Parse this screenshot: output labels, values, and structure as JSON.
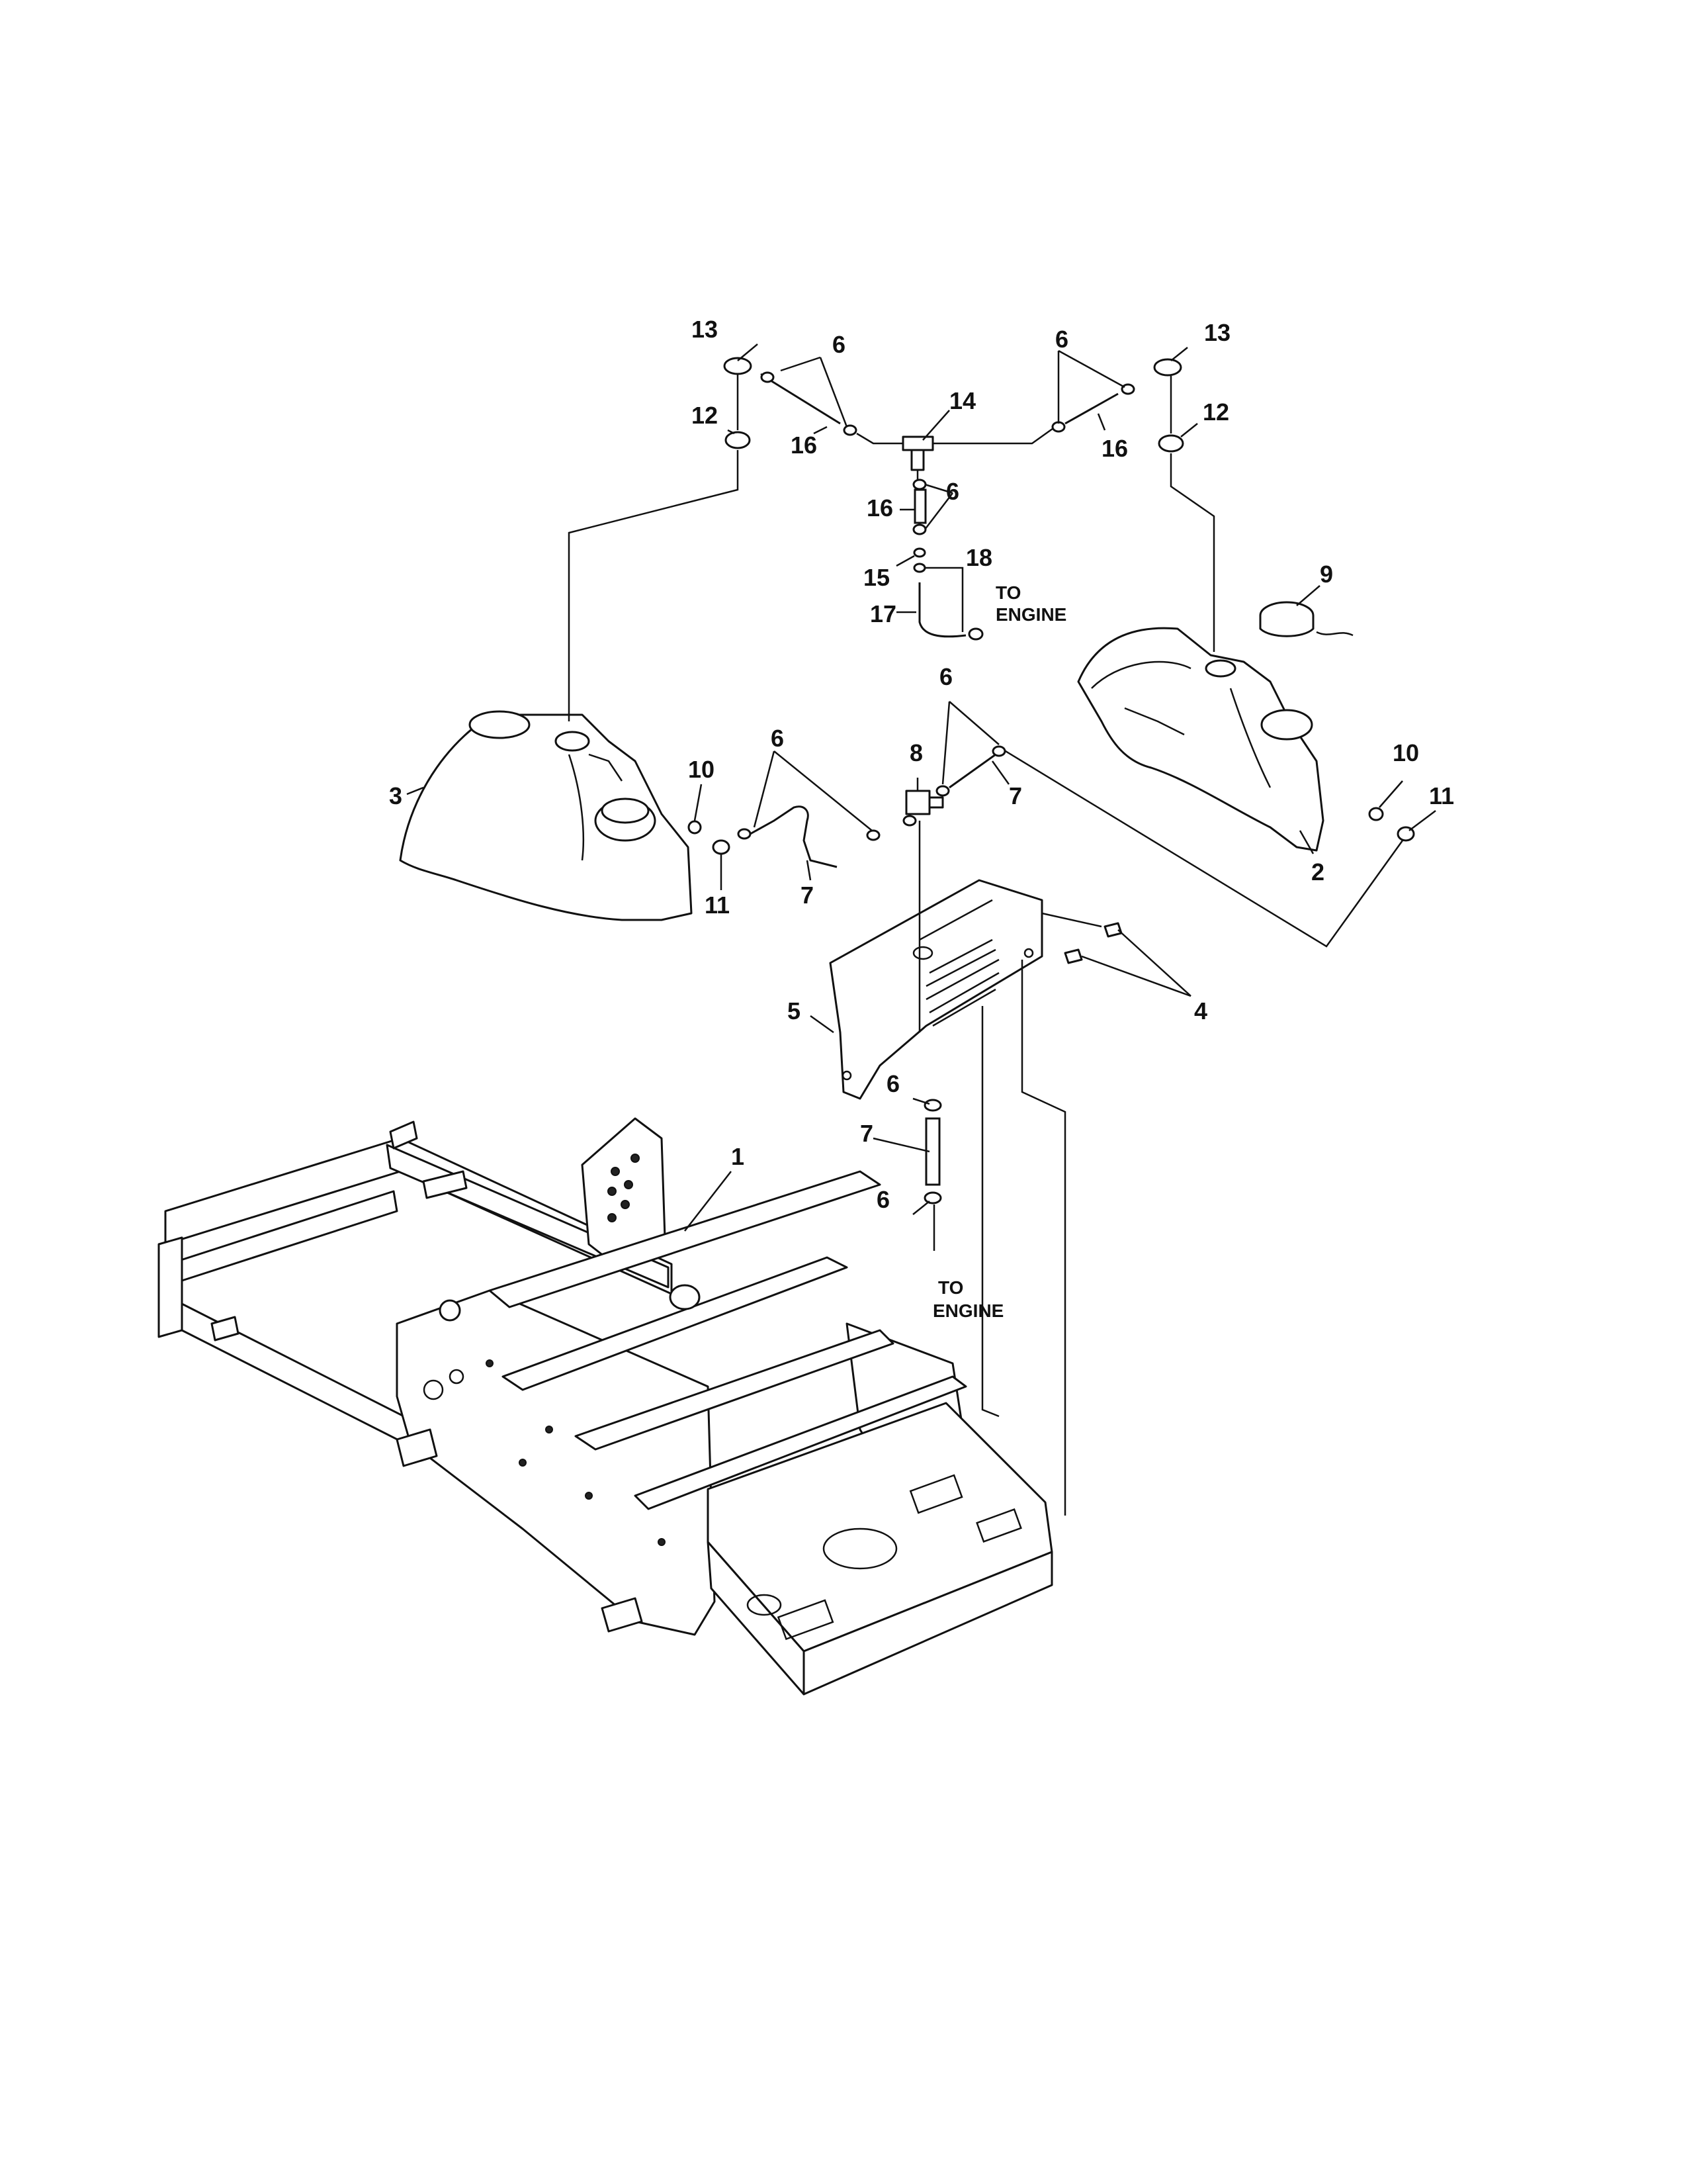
{
  "diagram": {
    "callouts": {
      "c1": "1",
      "c2": "2",
      "c3": "3",
      "c4": "4",
      "c5": "5",
      "c6_top_left": "6",
      "c6_top_right": "6",
      "c6_tee": "6",
      "c6_left_hose": "6",
      "c6_valve": "6",
      "c6_lower_top": "6",
      "c6_lower_bottom": "6",
      "c7_left": "7",
      "c7_right": "7",
      "c7_lower": "7",
      "c8": "8",
      "c9": "9",
      "c10_left": "10",
      "c10_right": "10",
      "c11_left": "11",
      "c11_right": "11",
      "c12_left": "12",
      "c12_right": "12",
      "c13_left": "13",
      "c13_right": "13",
      "c14": "14",
      "c15": "15",
      "c16_left": "16",
      "c16_right": "16",
      "c16_mid": "16",
      "c17": "17",
      "c18": "18"
    },
    "notes": {
      "to_engine_upper_line1": "TO",
      "to_engine_upper_line2": "ENGINE",
      "to_engine_lower_line1": "TO",
      "to_engine_lower_line2": "ENGINE"
    }
  }
}
